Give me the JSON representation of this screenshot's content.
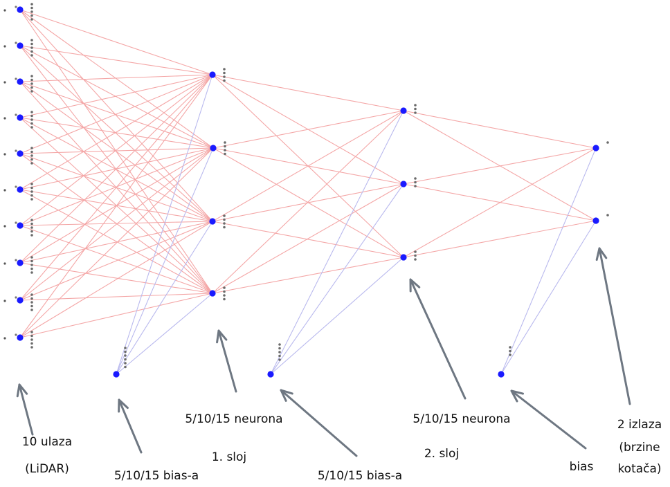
{
  "diagram": {
    "node_color": "#1a1aff",
    "weight_edge_color": "#f4a6a6",
    "bias_edge_color": "#b9b9ee",
    "arrow_color": "#6e7782",
    "labels": {
      "inputs_line1": "10 ulaza",
      "inputs_line2": "(LiDAR)",
      "bias1": "5/10/15 bias-a",
      "layer1_neurons": "5/10/15 neurona",
      "layer1_name": "1. sloj",
      "bias2": "5/10/15 bias-a",
      "layer2_neurons": "5/10/15 neurona",
      "layer2_name": "2. sloj",
      "bias3": "bias",
      "outputs_line1": "2 izlaza",
      "outputs_line2": "(brzine",
      "outputs_line3": "kotača)"
    },
    "layers": [
      {
        "name": "input",
        "node_count": 10
      },
      {
        "name": "hidden-1",
        "node_count": 4
      },
      {
        "name": "hidden-2",
        "node_count": 3
      },
      {
        "name": "output",
        "node_count": 2
      }
    ]
  }
}
